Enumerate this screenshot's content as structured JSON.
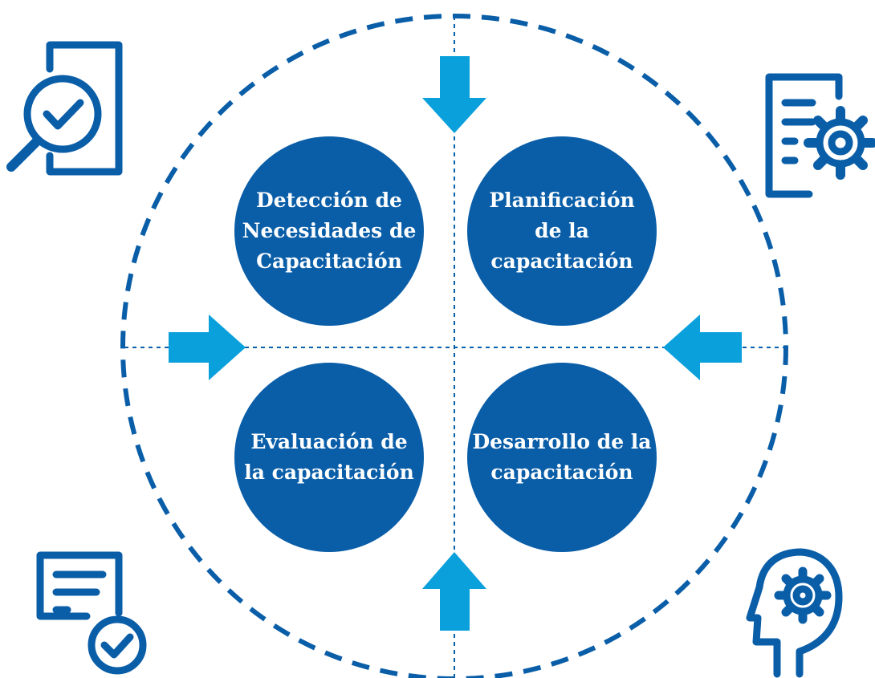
{
  "colors": {
    "primary": "#0a5ea8",
    "arrow": "#0aa0dc",
    "background": "#ffffff"
  },
  "stages": {
    "detection": "Detección de\nNecesidades de\nCapacitación",
    "planning": "Planificación\nde la\ncapacitación",
    "evaluation": "Evaluación de\nla capacitación",
    "development": "Desarrollo de la\ncapacitación"
  },
  "icons": {
    "top_left": "magnifier-check-document-icon",
    "top_right": "document-gear-icon",
    "bottom_left": "document-check-icon",
    "bottom_right": "head-gear-icon"
  },
  "arrows": [
    "down",
    "right",
    "left",
    "up"
  ]
}
